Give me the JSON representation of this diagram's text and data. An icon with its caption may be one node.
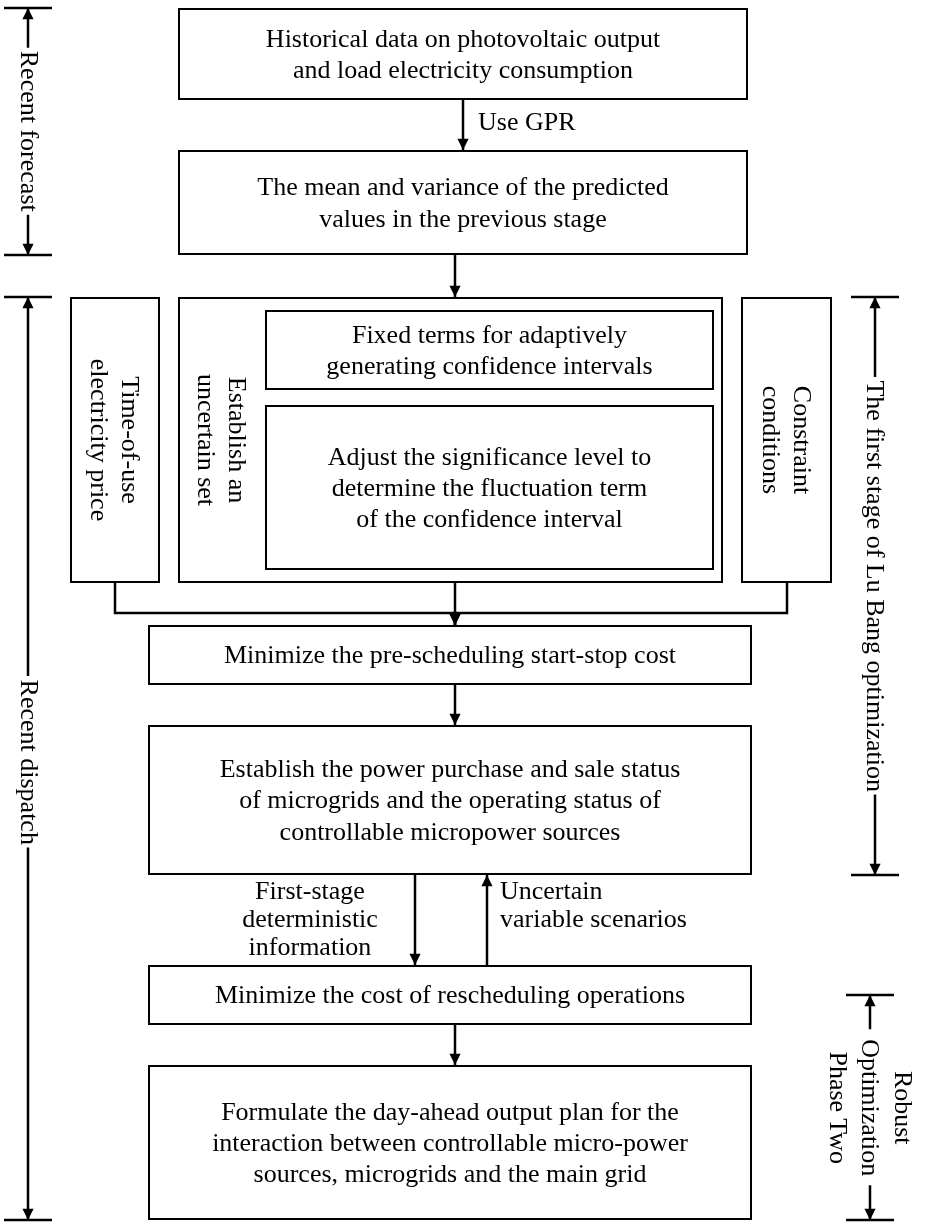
{
  "diagram": {
    "nodes": [
      {
        "text": [
          "Historical data on photovoltaic output and load electricity consumption"
        ]
      },
      {
        "text": [
          "The mean and variance of the predicted values in the previous stage"
        ]
      },
      {
        "text": [
          "Time-of-use electricity price"
        ]
      },
      {
        "text": [
          "Establish an uncertain set"
        ]
      },
      {
        "text": [
          "Fixed terms for adaptively generating confidence intervals"
        ],
        "in": 3
      },
      {
        "text": [
          "Adjust the significance level to determine the fluctuation term of the confidence interval"
        ],
        "in": 3
      },
      {
        "text": [
          "Constraint conditions"
        ]
      },
      {
        "text": [
          "Minimize the pre-scheduling start-stop cost"
        ]
      },
      {
        "text": [
          "Establish the power purchase and sale status of microgrids and the operating status of controllable micropower sources"
        ]
      },
      {
        "text": [
          "Minimize the cost of rescheduling operations"
        ]
      },
      {
        "text": [
          "Formulate the day-ahead output plan for the interaction between controllable micro-power sources, microgrids and the main grid"
        ]
      }
    ],
    "edges": [
      {
        "from": 0,
        "to": 1,
        "arrow": "to",
        "label": "Use GPR"
      },
      {
        "from": 1,
        "to": 3,
        "arrow": "to"
      },
      {
        "from": 2,
        "to": 7,
        "arrow": "to"
      },
      {
        "from": 3,
        "to": 7,
        "arrow": "to"
      },
      {
        "from": 6,
        "to": 7,
        "arrow": "to"
      },
      {
        "from": 7,
        "to": 8,
        "arrow": "to"
      },
      {
        "from": 8,
        "to": 9,
        "arrow": "to",
        "label": "First-stage deterministic information"
      },
      {
        "from": 9,
        "to": 8,
        "arrow": "to",
        "label": "Uncertain variable scenarios"
      },
      {
        "from": 9,
        "to": 10,
        "arrow": "to"
      }
    ],
    "labels": [
      "Recent forecast",
      "Recent dispatch",
      "The first stage of Lu Bang optimization",
      "Robust Optimization Phase Two"
    ]
  }
}
